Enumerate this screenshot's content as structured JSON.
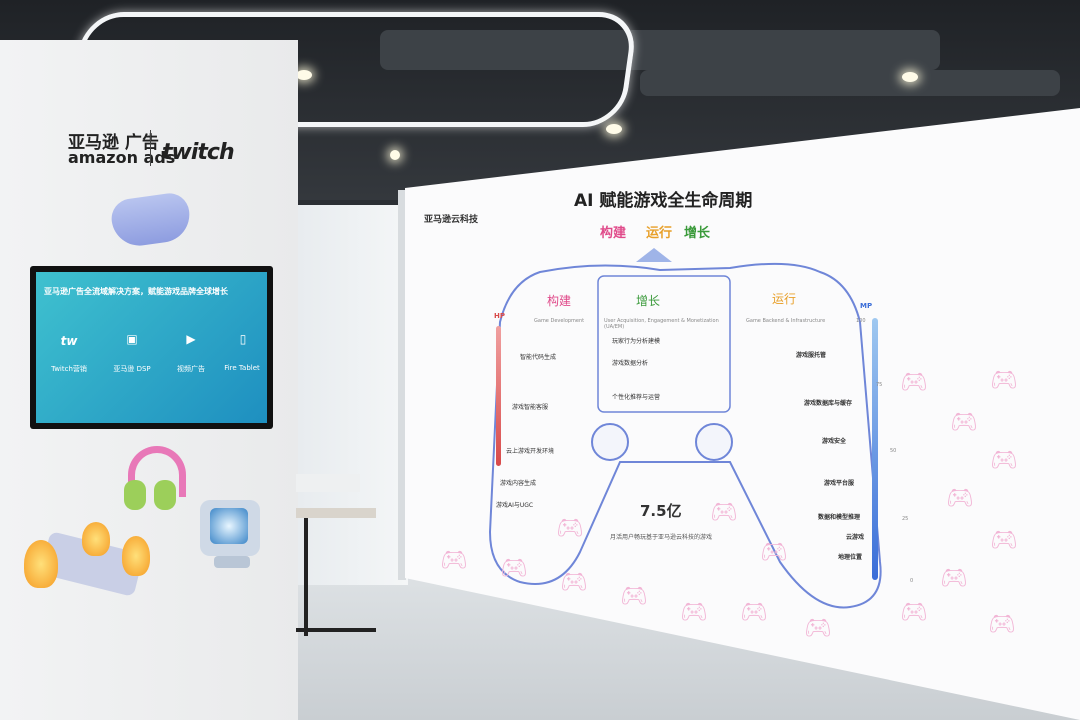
{
  "left_wall": {
    "brand_cn": "亚马逊 广告",
    "brand_en": "amazon ads",
    "brand_twitch": "twitch"
  },
  "monitor": {
    "headline": "亚马逊广告全流域解决方案，赋能游戏品牌全球增长",
    "tiles": [
      {
        "icon": "twitch-logo-icon",
        "label": "Twitch营销"
      },
      {
        "icon": "dsp-icon",
        "label": "亚马逊 DSP"
      },
      {
        "icon": "video-ad-icon",
        "label": "视频广告"
      },
      {
        "icon": "tablet-icon",
        "label": "Fire Tablet"
      }
    ]
  },
  "mural": {
    "provider": "亚马逊云科技",
    "title": "AI 赋能游戏全生命周期",
    "phases": [
      "构建",
      "运行",
      "增长"
    ],
    "phase_colors": [
      "#e04a8a",
      "#e8a02a",
      "#3a9a3a"
    ],
    "sections": {
      "build": {
        "title": "构建",
        "subtitle": "Game Development",
        "items": [
          "智能代码生成",
          "游戏智能客服",
          "云上游戏开发环境",
          "游戏内容生成",
          "游戏AI与UGC"
        ]
      },
      "grow": {
        "title": "增长",
        "subtitle": "User Acquisition, Engagement & Monetization (UA/EM)",
        "items": [
          "玩家行为分析建模",
          "游戏数据分析",
          "个性化推荐与运营"
        ]
      },
      "run": {
        "title": "运行",
        "subtitle": "Game Backend & Infrastructure",
        "items": [
          "游戏服托管",
          "游戏数据库与缓存",
          "游戏安全",
          "游戏平台服",
          "数据和模型推理",
          "云游戏",
          "地理位置"
        ]
      }
    },
    "stat_value": "7.5亿",
    "stat_caption": "月活用户畅玩基于亚马逊云科技的游戏",
    "mp_label": "MP",
    "mp_ticks": [
      "100",
      "75",
      "50",
      "25",
      "0"
    ],
    "hp_label": "HP"
  }
}
